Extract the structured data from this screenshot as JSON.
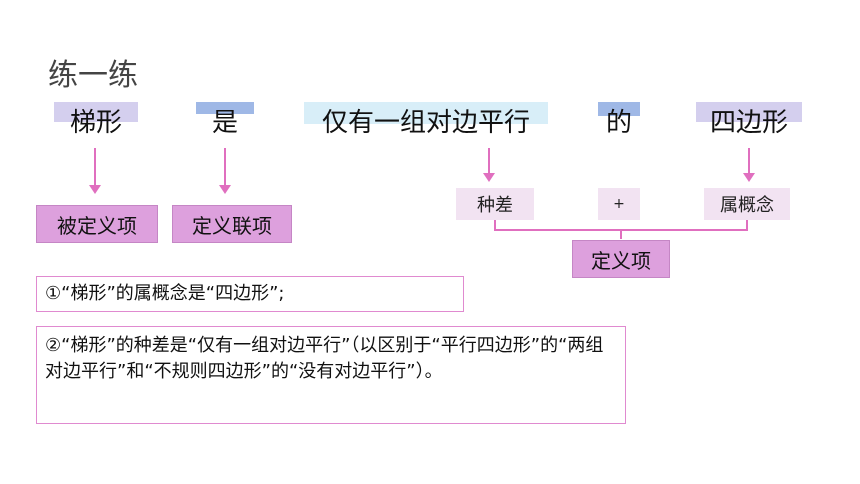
{
  "title": "练一练",
  "row": {
    "w1": "梯形",
    "w2": "是",
    "w3": "仅有一组对边平行",
    "w4": "的",
    "w5": "四边形"
  },
  "boxes": {
    "defined": "被定义项",
    "connector": "定义联项",
    "diff": "种差",
    "plus": "+",
    "genus": "属概念",
    "definiens": "定义项"
  },
  "notes": {
    "n1": "①“梯形”的属概念是“四边形”;",
    "n2": "②“梯形”的种差是“仅有一组对边平行”（以区别于“平行四边形”的“两组对边平行”和“不规则四边形”的“没有对边平行”）。"
  },
  "colors": {
    "lavender": "#d4cfee",
    "blue": "#9fb8e6",
    "lightblue": "#d8eef8",
    "magenta": "#dda0dd",
    "pink_line": "#e06fbf"
  }
}
